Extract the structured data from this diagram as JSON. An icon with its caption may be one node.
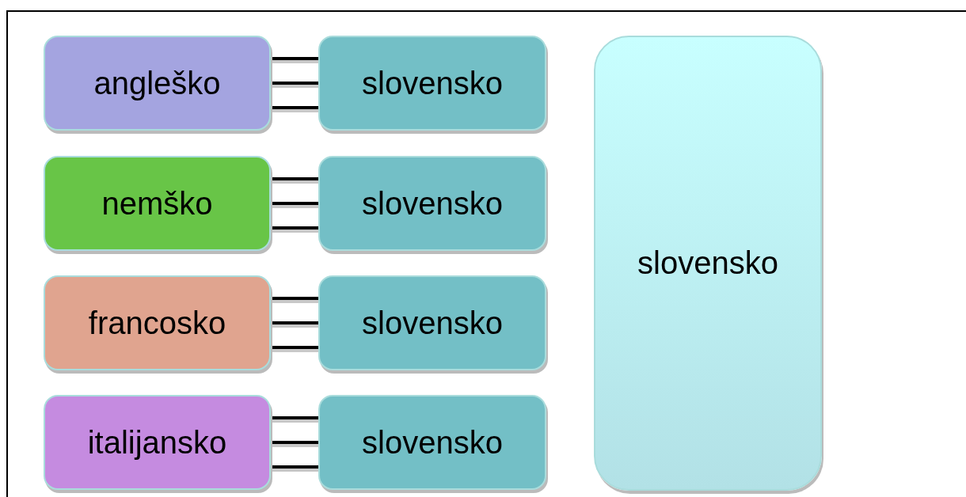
{
  "diagram": {
    "nodes": [
      {
        "text": [
          "angleško"
        ]
      },
      {
        "text": [
          "slovensko"
        ]
      },
      {
        "text": [
          "nemško"
        ]
      },
      {
        "text": [
          "slovensko"
        ]
      },
      {
        "text": [
          "francosko"
        ]
      },
      {
        "text": [
          "slovensko"
        ]
      },
      {
        "text": [
          "italijansko"
        ]
      },
      {
        "text": [
          "slovensko"
        ]
      },
      {
        "text": [
          "slovensko"
        ]
      }
    ],
    "edges": [
      {
        "from": 0,
        "to": 1,
        "arrow": "none"
      },
      {
        "from": 0,
        "to": 1,
        "arrow": "none"
      },
      {
        "from": 0,
        "to": 1,
        "arrow": "none"
      },
      {
        "from": 2,
        "to": 3,
        "arrow": "none"
      },
      {
        "from": 2,
        "to": 3,
        "arrow": "none"
      },
      {
        "from": 2,
        "to": 3,
        "arrow": "none"
      },
      {
        "from": 4,
        "to": 5,
        "arrow": "none"
      },
      {
        "from": 4,
        "to": 5,
        "arrow": "none"
      },
      {
        "from": 4,
        "to": 5,
        "arrow": "none"
      },
      {
        "from": 6,
        "to": 7,
        "arrow": "none"
      },
      {
        "from": 6,
        "to": 7,
        "arrow": "none"
      },
      {
        "from": 6,
        "to": 7,
        "arrow": "none"
      }
    ]
  }
}
